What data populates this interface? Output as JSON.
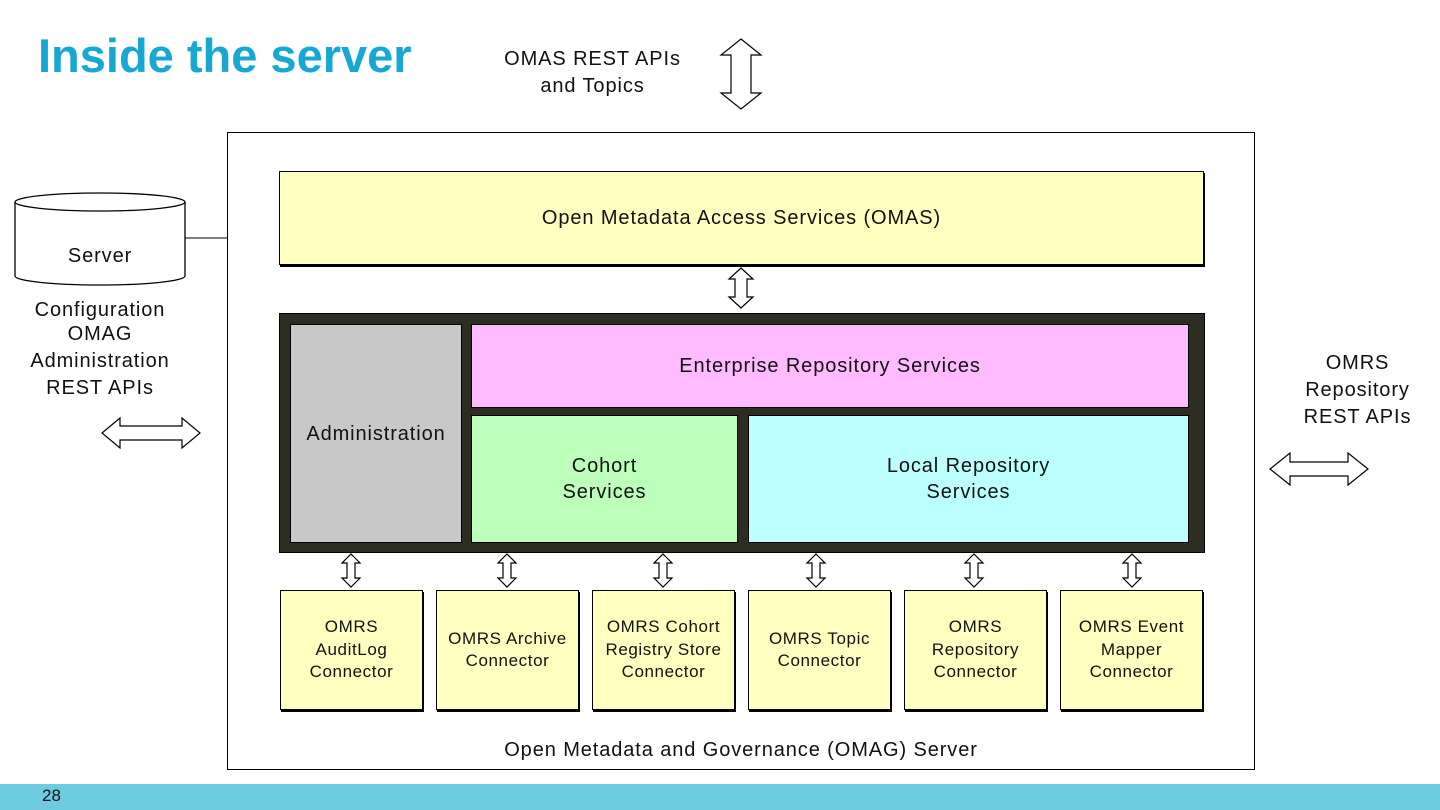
{
  "slide": {
    "title": "Inside the server",
    "page_number": "28"
  },
  "labels": {
    "omas_apis": "OMAS REST APIs\nand Topics",
    "admin_apis": "OMAG\nAdministration\nREST APIs",
    "repo_apis": "OMRS\nRepository\nREST APIs",
    "server_config_line1": "Server",
    "server_config_line2": "Configuration",
    "server_name": "Open Metadata and Governance (OMAG) Server"
  },
  "boxes": {
    "omas": "Open Metadata Access Services (OMAS)",
    "administration": "Administration",
    "enterprise": "Enterprise Repository Services",
    "cohort": "Cohort\nServices",
    "local": "Local Repository\nServices"
  },
  "connectors": [
    "OMRS\nAuditLog\nConnector",
    "OMRS Archive\nConnector",
    "OMRS Cohort\nRegistry Store\nConnector",
    "OMRS Topic\nConnector",
    "OMRS\nRepository\nConnector",
    "OMRS Event\nMapper\nConnector"
  ],
  "colors": {
    "title": "#16a8d2",
    "omas_fill": "#ffffc0",
    "admin_fill": "#c8c8c8",
    "enterprise_fill": "#ffbbff",
    "cohort_fill": "#bbffbb",
    "local_fill": "#bbffff",
    "core_border": "#2d2d22",
    "footer_bar": "#6fcbe0"
  }
}
